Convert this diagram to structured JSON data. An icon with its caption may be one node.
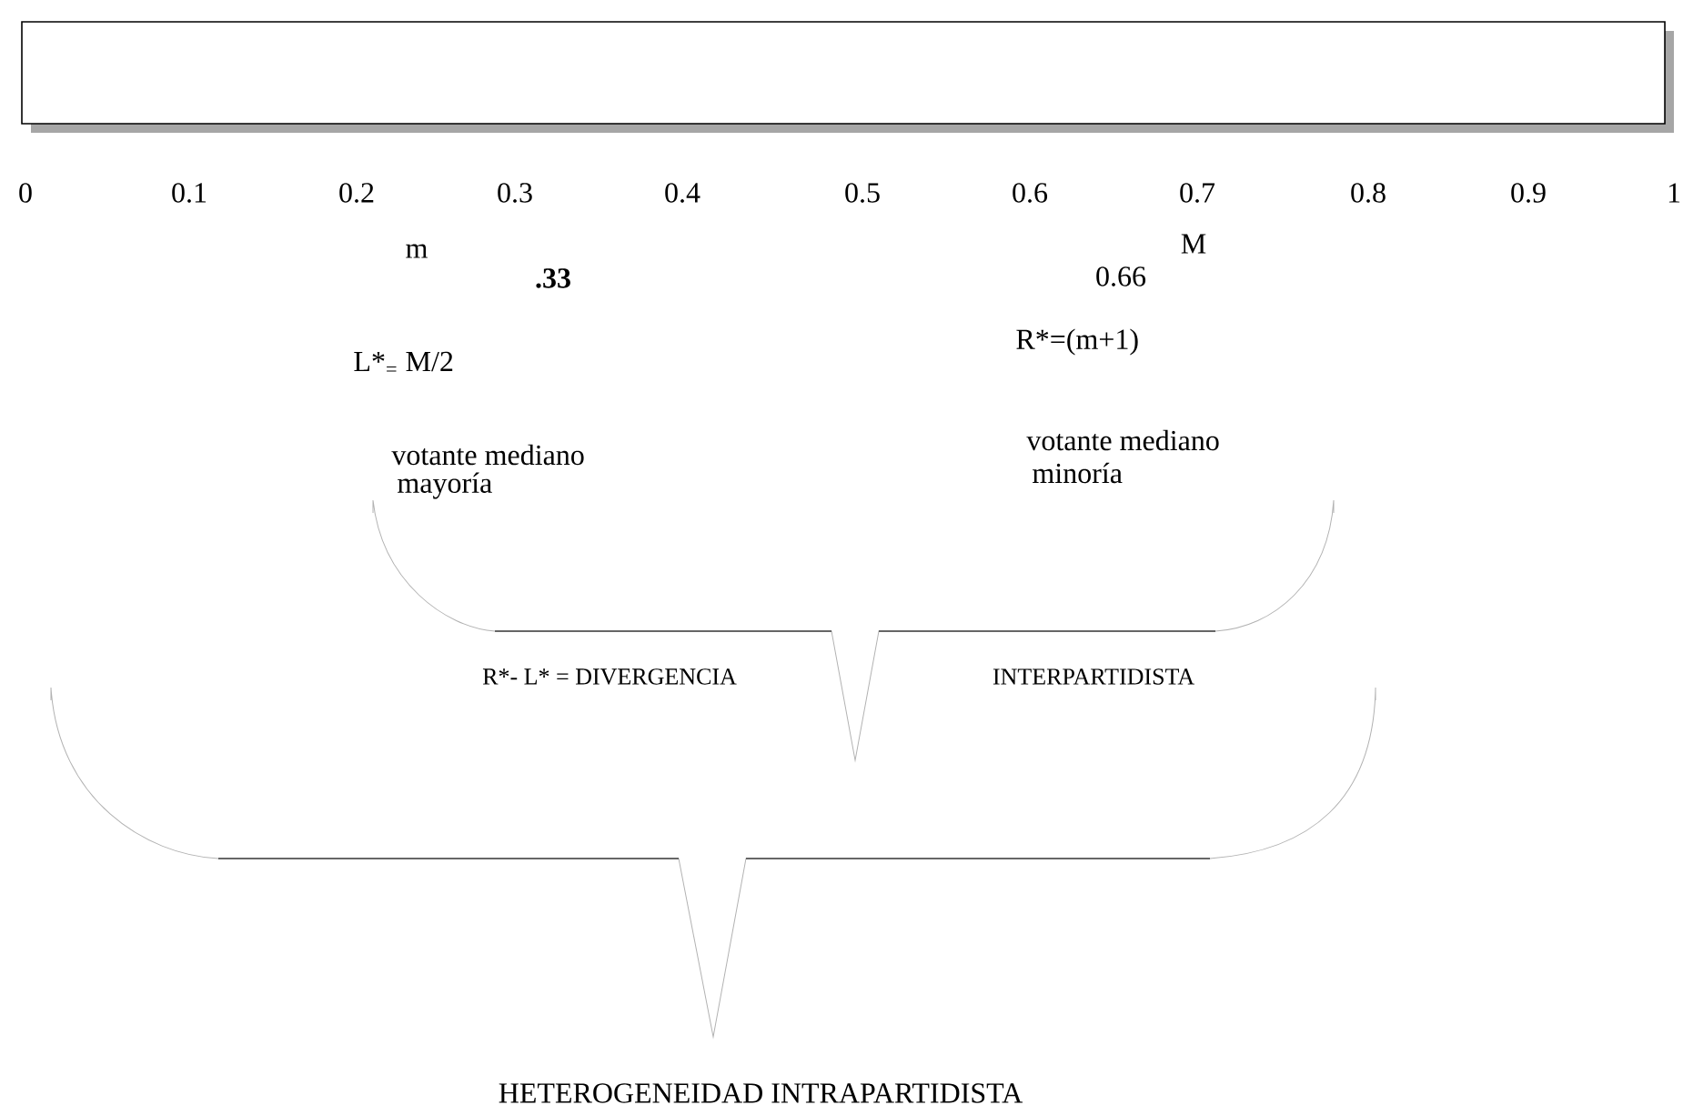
{
  "diagram": {
    "nodes": [
      {
        "text": [],
        "shape": "box"
      }
    ],
    "labels": [
      "0",
      "0.1",
      "0.2",
      "0.3",
      "0.4",
      "0.5",
      "0.6",
      "0.7",
      "0.8",
      "0.9",
      "1",
      "m",
      "M",
      ".33",
      "0.66",
      "L*$_{=}$ M/2",
      "R*=(m+1)",
      "votante mediano",
      "mayoría",
      "votante mediano",
      "minoría",
      "R*- L* = DIVERGENCIA",
      "INTERPARTIDISTA",
      "HETEROGENEIDAD INTRAPARTIDISTA"
    ]
  }
}
